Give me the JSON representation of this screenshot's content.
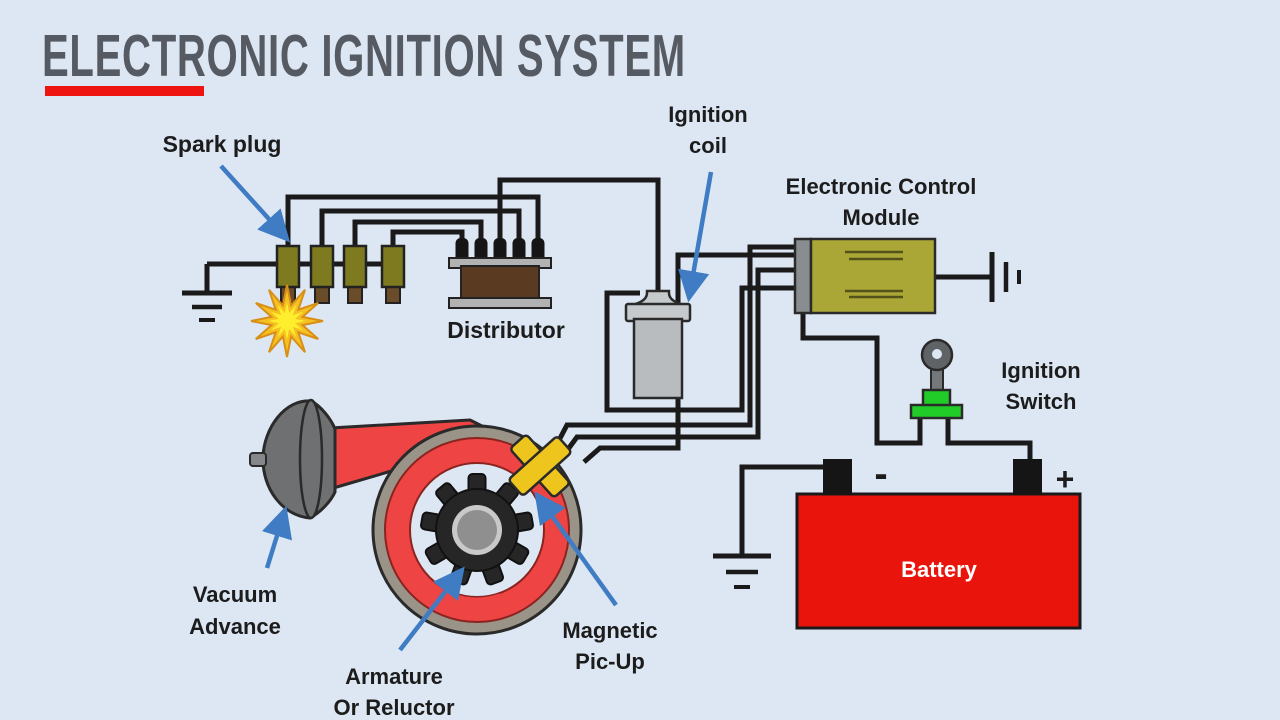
{
  "title": {
    "text": "ELECTRONIC IGNITION SYSTEM"
  },
  "labels": {
    "spark_plug": "Spark plug",
    "distributor": "Distributor",
    "ignition_coil_1": "Ignition",
    "ignition_coil_2": "coil",
    "ecm_1": "Electronic Control",
    "ecm_2": "Module",
    "ignition_switch_1": "Ignition",
    "ignition_switch_2": "Switch",
    "battery": "Battery",
    "battery_minus": "-",
    "battery_plus": "+",
    "vacuum_advance_1": "Vacuum",
    "vacuum_advance_2": "Advance",
    "armature_1": "Armature",
    "armature_2": "Or Reluctor",
    "magnetic_pickup_1": "Magnetic",
    "magnetic_pickup_2": "Pic-Up"
  },
  "colors": {
    "background": "#dde7f3",
    "title_text": "#565b63",
    "title_underline": "#ee1510",
    "wire": "#1a1a1a",
    "label_text": "#1c1c1c",
    "arrow_blue": "#3f7cc4",
    "battery_red": "#e9150d",
    "battery_text": "#ffffff",
    "ecm_body": "#aaa736",
    "ecm_connector": "#8a8d90",
    "plug_olive": "#7d7a20",
    "plug_tip_brown": "#6b4c28",
    "distributor_brown": "#5a3a20",
    "distributor_plate": "#b2b2b2",
    "terminal_black": "#151515",
    "coil_gray": "#b9bcbf",
    "coil_cap_gray": "#c7cacc",
    "housing_red": "#ee4443",
    "housing_rim": "#9a9488",
    "gear_dark": "#262626",
    "hub_ring": "#c9c9c9",
    "hub_center": "#8f8f8f",
    "pickup_yellow": "#eec51c",
    "switch_green": "#22cc28",
    "key_gray": "#606365",
    "vacuum_gray": "#6e7072",
    "spark_outer": "#f5c021",
    "spark_inner": "#ffee2e"
  }
}
